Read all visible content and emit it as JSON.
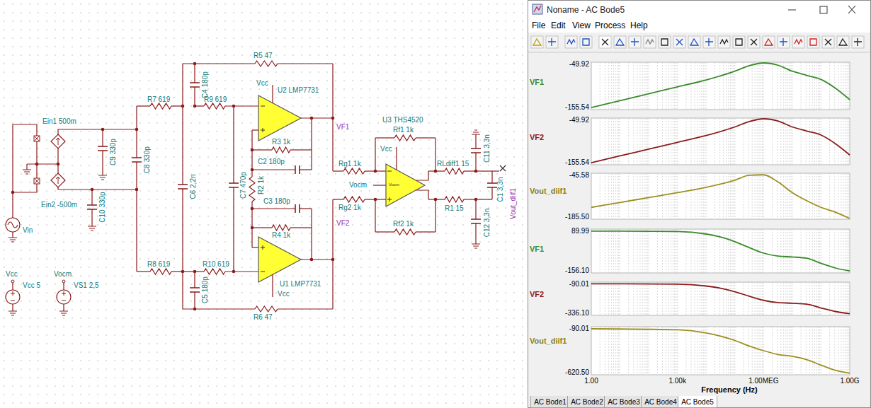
{
  "diagram": {
    "nodes": [
      {
        "text": [
          "Noname - AC Bode5"
        ]
      },
      {
        "text": [
          "AC Bode1"
        ],
        "in": 0
      },
      {
        "text": [
          "AC Bode2"
        ],
        "in": 0
      },
      {
        "text": [
          "AC Bode3"
        ],
        "in": 0
      },
      {
        "text": [
          "AC Bode4"
        ],
        "in": 0
      },
      {
        "text": [
          "AC Bode5"
        ],
        "in": 0
      }
    ],
    "labels": [
      "Ein1 500m",
      "Ein2 -500m",
      "C9 330p",
      "C8 330p",
      "C10 330p",
      "Vin",
      "R7 619",
      "R8 619",
      "C6 2,2n",
      "C4 180p",
      "R5 47",
      "R9 619",
      "Vcc",
      "U2 LMP7731",
      "VF1",
      "R3 1k",
      "C2 180p",
      "C7 470p",
      "R2 1k",
      "C3 180p",
      "R4 1k",
      "U1 LMP7731",
      "Vcc",
      "R10 619",
      "C5 180p",
      "R6 47",
      "VF2",
      "U3 THS4520",
      "Rf1 1k",
      "Vcc",
      "Rg1 1k",
      "Vocm",
      "Rg2 1k",
      "Rf2 1k",
      "Vocm",
      "RLdiff1 15",
      "C11 3,3n",
      "C1 3,3n",
      "C12 3,3n",
      "R1 15",
      "Vout_diif1",
      "Vcc",
      "Vcc 5",
      "Vocm",
      "VS1 2,5",
      "File",
      "Edit",
      "View",
      "Process",
      "Help",
      "VF1",
      "-49.92",
      "-155.54",
      "VF2",
      "-49.92",
      "-155.54",
      "Vout_diif1",
      "-45.58",
      "-185.50",
      "VF1",
      "89.99",
      "-156.10",
      "VF2",
      "-90.01",
      "-336.10",
      "Vout_diif1",
      "-90.01",
      "-620.50",
      "1.00",
      "1.00k",
      "1.00MEG",
      "1.00G",
      "Frequency (Hz)"
    ]
  }
}
